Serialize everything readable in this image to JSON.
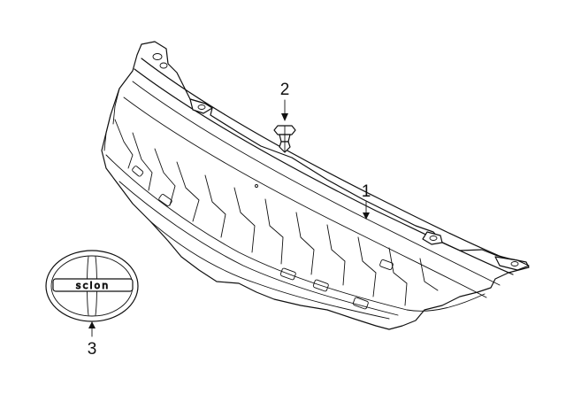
{
  "callouts": [
    {
      "id": "part-1",
      "label": "1"
    },
    {
      "id": "part-2",
      "label": "2"
    },
    {
      "id": "part-3",
      "label": "3"
    }
  ],
  "emblem": {
    "wordmark": "scion"
  },
  "colors": {
    "ink": "#111111",
    "background": "#ffffff"
  }
}
